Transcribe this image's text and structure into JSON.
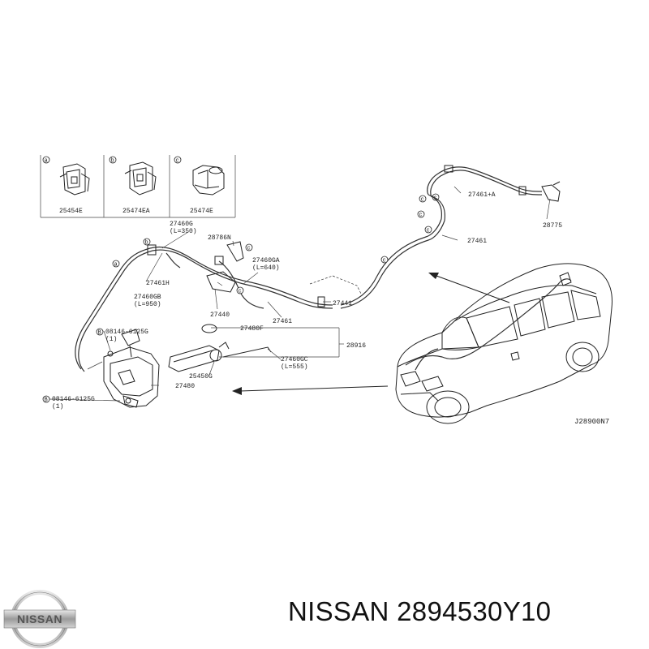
{
  "insets": [
    {
      "key": "a",
      "part": "25454E"
    },
    {
      "key": "b",
      "part": "25474EA"
    },
    {
      "key": "c",
      "part": "25474E"
    }
  ],
  "labels": {
    "p27460G": "27460G",
    "p27460G_len": "(L=350)",
    "p28786N": "28786N",
    "p27460GA": "27460GA",
    "p27460GA_len": "(L=640)",
    "p27461H": "27461H",
    "p27460GB": "27460GB",
    "p27460GB_len": "(L=950)",
    "p27440": "27440",
    "p27461": "27461",
    "p27441": "27441",
    "p27461_right": "27461",
    "p27461A": "27461+A",
    "p28775": "28775",
    "p27480F": "27480F",
    "p28916": "28916",
    "p27460GC": "27460GC",
    "p27460GC_len": "(L=555)",
    "p25450G": "25450G",
    "p27480": "27480",
    "bolt1": "08146-6125G",
    "bolt1_qty": "(1)",
    "bolt2": "08146-6125G",
    "bolt2_qty": "(1)",
    "bolt1_mark": "B",
    "bolt2_mark": "B"
  },
  "callouts": {
    "a": "a",
    "b": "b",
    "c": "c"
  },
  "diagram_code": "J28900N7",
  "brand": {
    "logo_text": "NISSAN"
  },
  "caption": "NISSAN 2894530Y10"
}
